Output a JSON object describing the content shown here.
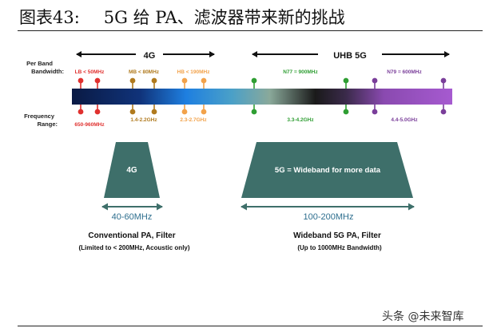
{
  "header": {
    "figure_number": "图表43:",
    "title": "5G 给 PA、滤波器带来新的挑战"
  },
  "axis": {
    "per_band_label_1": "Per Band",
    "per_band_label_2": "Bandwidth:",
    "freq_label_1": "Frequency",
    "freq_label_2": "Range:"
  },
  "spans": {
    "lte": "4G",
    "nr": "UHB 5G"
  },
  "bands": [
    {
      "bandwidth": "LB < 50MHz",
      "range": "650-960MHz",
      "color": "#e0312f"
    },
    {
      "bandwidth": "MB < 80MHz",
      "range": "1.4-2.2GHz",
      "color": "#b07a1e"
    },
    {
      "bandwidth": "HB < 190MHz",
      "range": "2.3-2.7GHz",
      "color": "#f2a24a"
    },
    {
      "bandwidth": "N77 = 900MHz",
      "range": "3.3-4.2GHz",
      "color": "#2f9e33"
    },
    {
      "bandwidth": "N79 = 600MHz",
      "range": "4.4-5.0GHz",
      "color": "#7a3e9a"
    }
  ],
  "blocks": {
    "lte": {
      "label": "4G",
      "range": "40-60MHz",
      "caption": "Conventional PA, Filter",
      "subcaption": "(Limited to < 200MHz, Acoustic only)"
    },
    "nr": {
      "label": "5G = Wideband for more data",
      "range": "100-200MHz",
      "caption": "Wideband 5G PA, Filter",
      "subcaption": "(Up to 1000MHz Bandwidth)"
    }
  },
  "colors": {
    "block_fill": "#3e6f6a",
    "range_text": "#2d6e8e",
    "arrow": "#111111"
  },
  "watermark": "头条 @未来智库"
}
